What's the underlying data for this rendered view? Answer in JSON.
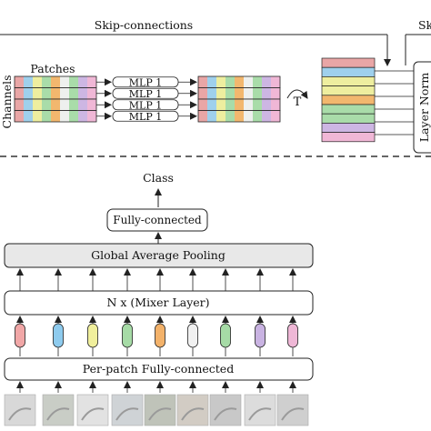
{
  "top": {
    "skip_label": "Skip-connections",
    "skip_label_cut": "Sk",
    "patches_label": "Patches",
    "channels_label": "Channels",
    "mlp_labels": [
      "MLP 1",
      "MLP 1",
      "MLP 1",
      "MLP 1"
    ],
    "transpose_label": "T",
    "layer_norm_label": "Layer Norm",
    "column_colors": [
      "#e9a6a6",
      "#9fd0ec",
      "#eeee9f",
      "#a9dca9",
      "#f2b76e",
      "#eef0ee",
      "#a9dca9",
      "#cdb6e3",
      "#f0b7d6"
    ],
    "row_colors": [
      "#e9a6a6",
      "#9fd0ec",
      "#eeee9f",
      "#eeee9f",
      "#f2b76e",
      "#a9dca9",
      "#a9dca9",
      "#cdb6e3",
      "#f0b7d6"
    ]
  },
  "bottom": {
    "class_label": "Class",
    "fc_label": "Fully-connected",
    "gap_label": "Global Average Pooling",
    "mixer_label": "N x (Mixer Layer)",
    "per_patch_label": "Per-patch Fully-connected",
    "token_colors": [
      "#f1a7a7",
      "#8ecbee",
      "#f0ef9c",
      "#a6dba6",
      "#f3b26a",
      "#f1f1f1",
      "#a6dba6",
      "#c9b3e2",
      "#efb7d6"
    ]
  }
}
